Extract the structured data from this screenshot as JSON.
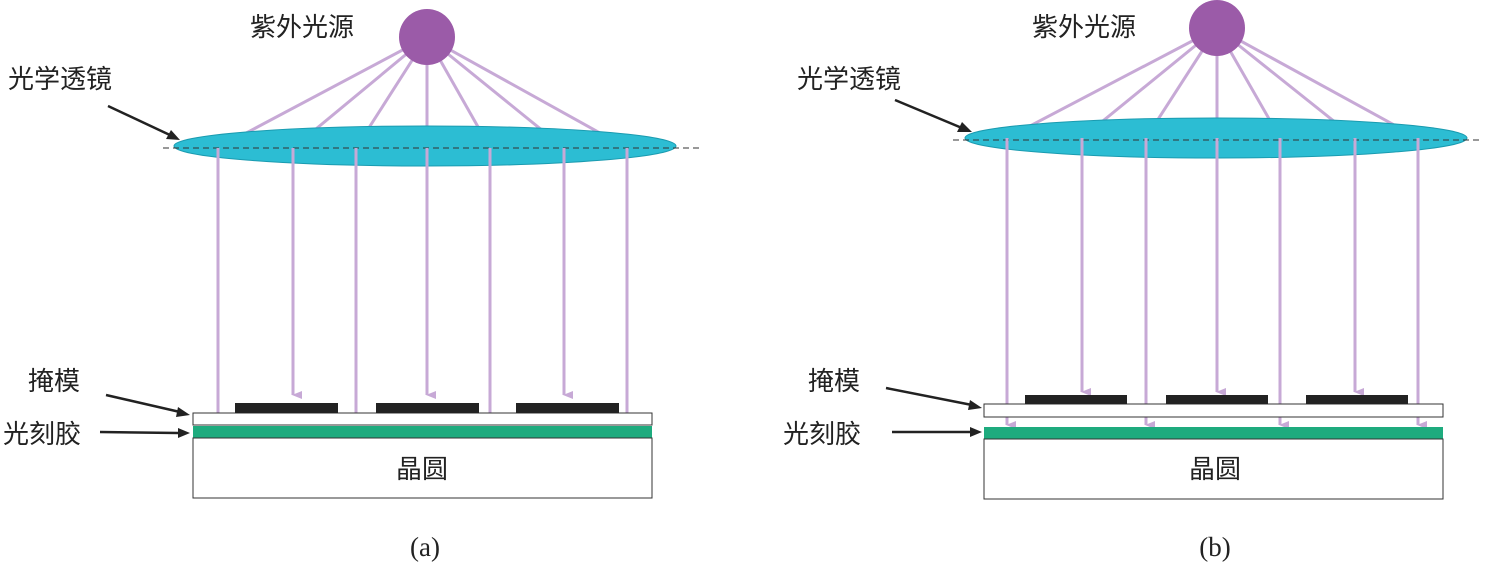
{
  "colors": {
    "light_source": "#9b5ba8",
    "lens": "#2cbdd3",
    "lens_edge": "#1a9bb0",
    "ray": "#c7a9d6",
    "mask_dark": "#222222",
    "photoresist": "#1eab7e",
    "text": "#222222"
  },
  "panels": [
    {
      "caption": "(a)",
      "light_source_label": "紫外光源",
      "lens_label": "光学透镜",
      "mask_label": "掩模",
      "photoresist_label": "光刻胶",
      "wafer_label": "晶圆"
    },
    {
      "caption": "(b)",
      "light_source_label": "紫外光源",
      "lens_label": "光学透镜",
      "mask_label": "掩模",
      "photoresist_label": "光刻胶",
      "wafer_label": "晶圆"
    }
  ]
}
